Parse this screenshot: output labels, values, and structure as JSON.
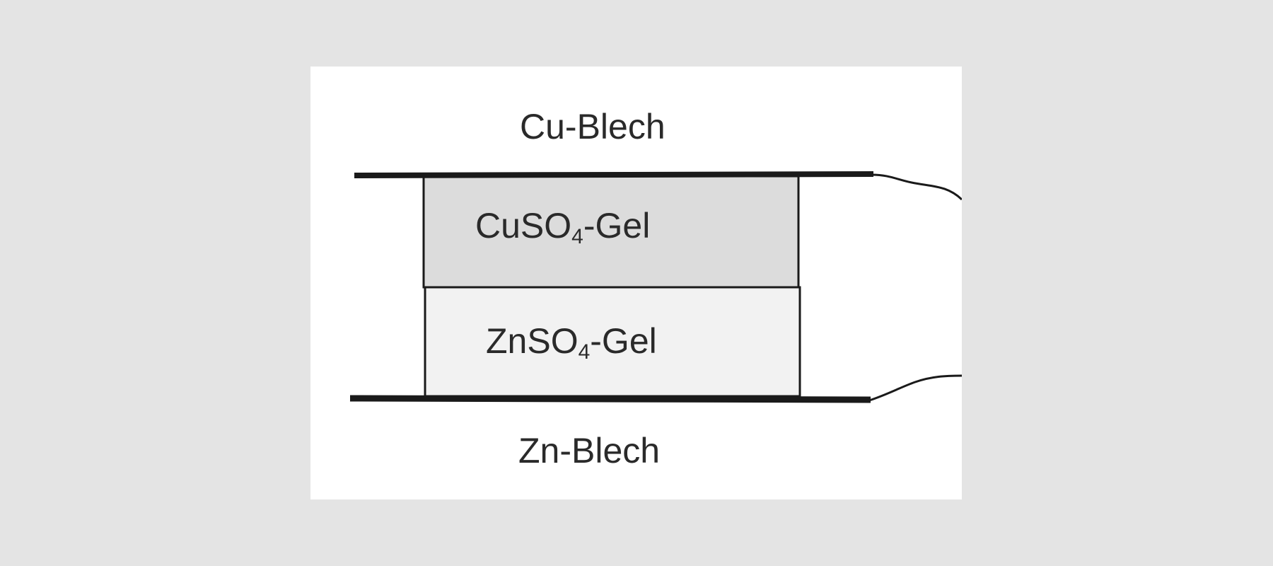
{
  "diagram": {
    "top_plate_label": "Cu-Blech",
    "bottom_plate_label": "Zn-Blech",
    "upper_gel": {
      "prefix": "CuSO",
      "subscript": "4",
      "suffix": "-Gel",
      "fill": "#dcdcdc"
    },
    "lower_gel": {
      "prefix": "ZnSO",
      "subscript": "4",
      "suffix": "-Gel",
      "fill": "#f2f2f2"
    },
    "line_color": "#1a1a1a",
    "background": "#ffffff",
    "page_background": "#e4e4e4"
  }
}
